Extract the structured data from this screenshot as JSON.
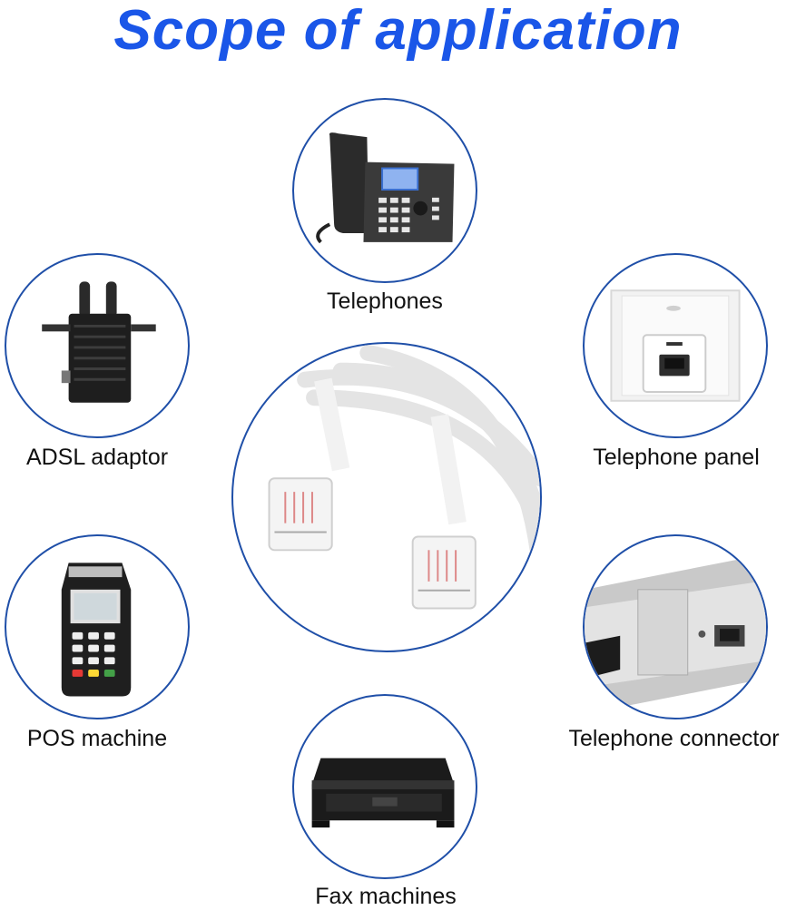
{
  "title": "Scope of application",
  "accent_color": "#1a56e8",
  "circle_border_color": "#1f4fa8",
  "items": [
    {
      "label": "Telephones",
      "icon": "desk-phone-icon"
    },
    {
      "label": "ADSL adaptor",
      "icon": "adsl-adaptor-icon"
    },
    {
      "label": "Telephone panel",
      "icon": "wall-jack-panel-icon"
    },
    {
      "label": "POS machine",
      "icon": "pos-terminal-icon"
    },
    {
      "label": "Telephone connector",
      "icon": "laptop-port-icon"
    },
    {
      "label": "Fax machines",
      "icon": "fax-cartridge-icon"
    }
  ],
  "center_image": "rj11-cable-icon"
}
